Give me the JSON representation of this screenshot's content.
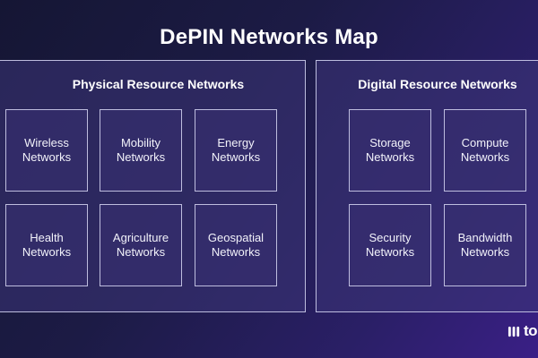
{
  "title": "DePIN Networks Map",
  "physical": {
    "heading": "Physical Resource Networks",
    "cards": [
      {
        "line1": "Wireless",
        "line2": "Networks"
      },
      {
        "line1": "Mobility",
        "line2": "Networks"
      },
      {
        "line1": "Energy",
        "line2": "Networks"
      },
      {
        "line1": "Health",
        "line2": "Networks"
      },
      {
        "line1": "Agriculture",
        "line2": "Networks"
      },
      {
        "line1": "Geospatial",
        "line2": "Networks"
      }
    ]
  },
  "digital": {
    "heading": "Digital Resource Networks",
    "cards": [
      {
        "line1": "Storage",
        "line2": "Networks"
      },
      {
        "line1": "Compute",
        "line2": "Networks"
      },
      {
        "line1": "Security",
        "line2": "Networks"
      },
      {
        "line1": "Bandwidth",
        "line2": "Networks"
      }
    ]
  },
  "logo": {
    "text": "to",
    "icon": "logo-stripes-icon",
    "color": "#ffffff"
  },
  "colors": {
    "background": "#1c1b45",
    "panel": "#3c3478",
    "border": "#cdcdeb"
  }
}
